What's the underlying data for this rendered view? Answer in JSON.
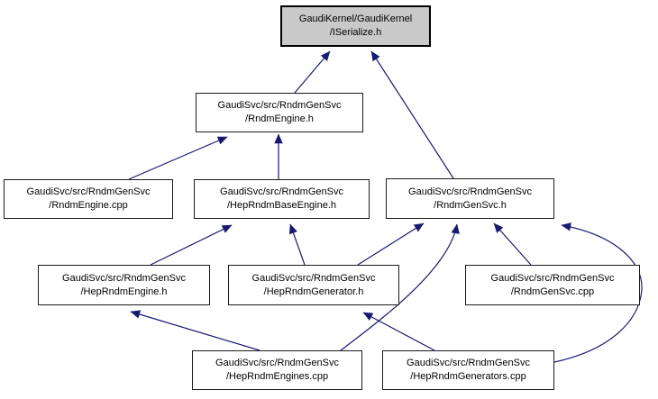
{
  "diagram": {
    "kind": "doxygen-included-by-dependency-graph",
    "background_color": "#ffffff",
    "edge_color": "#191970",
    "node_fill": "#ffffff",
    "node_border_color": "#1a1a1a",
    "highlighted_node_fill": "#c9c9c9"
  },
  "nodes": [
    {
      "id": "iserialize-h",
      "line1": "GaudiKernel/GaudiKernel",
      "line2": "/ISerialize.h",
      "highlighted": true
    },
    {
      "id": "rndmengine-h",
      "line1": "GaudiSvc/src/RndmGenSvc",
      "line2": "/RndmEngine.h",
      "highlighted": false
    },
    {
      "id": "rndmengine-cpp",
      "line1": "GaudiSvc/src/RndmGenSvc",
      "line2": "/RndmEngine.cpp",
      "highlighted": false
    },
    {
      "id": "heprndmbaseengine-h",
      "line1": "GaudiSvc/src/RndmGenSvc",
      "line2": "/HepRndmBaseEngine.h",
      "highlighted": false
    },
    {
      "id": "rndmgensvc-h",
      "line1": "GaudiSvc/src/RndmGenSvc",
      "line2": "/RndmGenSvc.h",
      "highlighted": false
    },
    {
      "id": "heprndmengine-h",
      "line1": "GaudiSvc/src/RndmGenSvc",
      "line2": "/HepRndmEngine.h",
      "highlighted": false
    },
    {
      "id": "heprndmgenerator-h",
      "line1": "GaudiSvc/src/RndmGenSvc",
      "line2": "/HepRndmGenerator.h",
      "highlighted": false
    },
    {
      "id": "rndmgensvc-cpp",
      "line1": "GaudiSvc/src/RndmGenSvc",
      "line2": "/RndmGenSvc.cpp",
      "highlighted": false
    },
    {
      "id": "heprndmengines-cpp",
      "line1": "GaudiSvc/src/RndmGenSvc",
      "line2": "/HepRndmEngines.cpp",
      "highlighted": false
    },
    {
      "id": "heprndmgenerators-cpp",
      "line1": "GaudiSvc/src/RndmGenSvc",
      "line2": "/HepRndmGenerators.cpp",
      "highlighted": false
    }
  ],
  "edges": [
    {
      "from": "rndmengine-h",
      "to": "iserialize-h"
    },
    {
      "from": "rndmgensvc-h",
      "to": "iserialize-h"
    },
    {
      "from": "rndmengine-cpp",
      "to": "rndmengine-h"
    },
    {
      "from": "heprndmbaseengine-h",
      "to": "rndmengine-h"
    },
    {
      "from": "heprndmengine-h",
      "to": "heprndmbaseengine-h"
    },
    {
      "from": "heprndmgenerator-h",
      "to": "heprndmbaseengine-h"
    },
    {
      "from": "heprndmgenerator-h",
      "to": "rndmgensvc-h"
    },
    {
      "from": "rndmgensvc-cpp",
      "to": "rndmgensvc-h"
    },
    {
      "from": "heprndmengines-cpp",
      "to": "heprndmengine-h"
    },
    {
      "from": "heprndmengines-cpp",
      "to": "rndmgensvc-h"
    },
    {
      "from": "heprndmgenerators-cpp",
      "to": "heprndmgenerator-h"
    },
    {
      "from": "heprndmgenerators-cpp",
      "to": "rndmgensvc-h"
    }
  ]
}
